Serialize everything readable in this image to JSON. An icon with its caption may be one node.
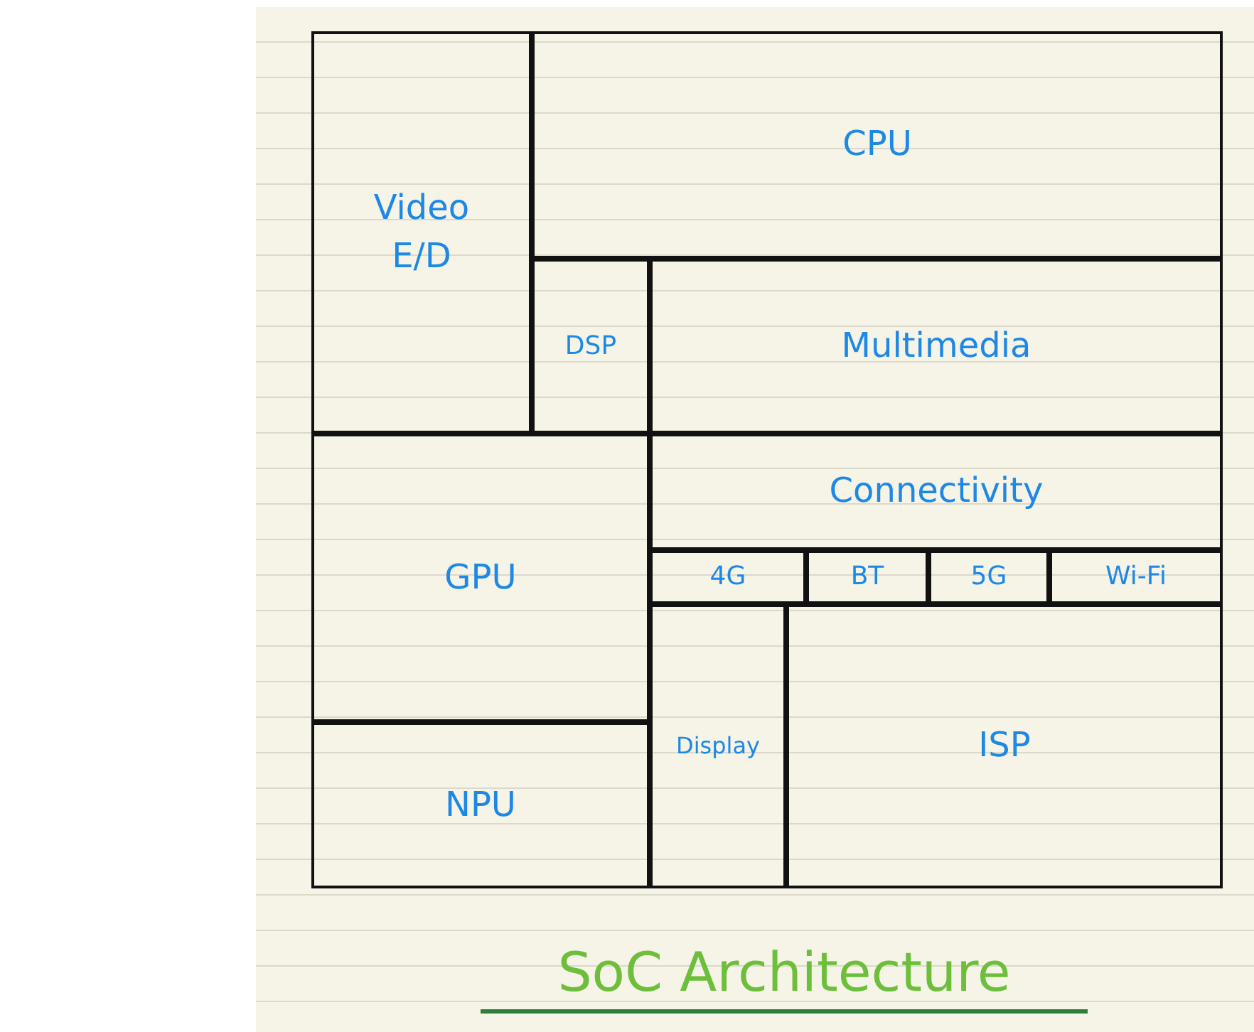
{
  "diagram": {
    "caption": "SoC Architecture",
    "nodes": [
      {
        "text": [],
        "shape": "box"
      },
      {
        "text": [
          "Video E/D"
        ],
        "in": 0
      },
      {
        "text": [
          "CPU"
        ],
        "in": 0
      },
      {
        "text": [
          "DSP"
        ],
        "in": 0
      },
      {
        "text": [
          "Multimedia"
        ],
        "in": 0
      },
      {
        "text": [
          "GPU"
        ],
        "in": 0
      },
      {
        "text": [
          "Connectivity"
        ],
        "in": 0
      },
      {
        "text": [
          "4G"
        ],
        "in": 0
      },
      {
        "text": [
          "BT"
        ],
        "in": 0
      },
      {
        "text": [
          "5G"
        ],
        "in": 0
      },
      {
        "text": [
          "Wi-Fi"
        ],
        "in": 0
      },
      {
        "text": [
          "Display"
        ],
        "in": 0
      },
      {
        "text": [
          "ISP"
        ],
        "in": 0
      },
      {
        "text": [
          "NPU"
        ],
        "in": 0
      }
    ],
    "edges": []
  }
}
